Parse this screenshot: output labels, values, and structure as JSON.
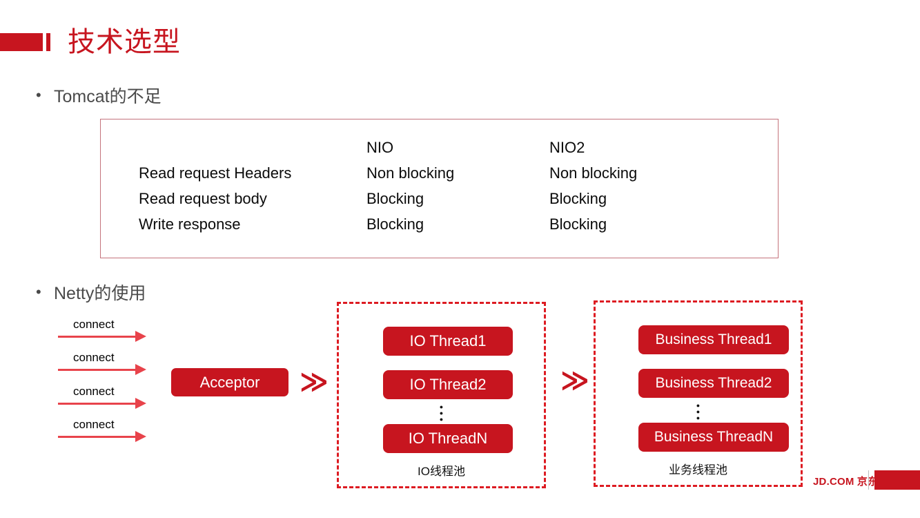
{
  "slide": {
    "title": "技术选型",
    "accent_color": "#C7151F",
    "table_border_color": "#C4727B",
    "arrow_color": "#E8434B"
  },
  "bullets": {
    "marker": "•",
    "first": "Tomcat的不足",
    "second": "Netty的使用"
  },
  "table": {
    "columns": [
      "",
      "NIO",
      "NIO2"
    ],
    "rows": [
      {
        "label": "",
        "nio": "NIO",
        "nio2": "NIO2"
      },
      {
        "label": "Read request Headers",
        "nio": "Non blocking",
        "nio2": "Non blocking"
      },
      {
        "label": "Read request body",
        "nio": "Blocking",
        "nio2": "Blocking"
      },
      {
        "label": "Write response",
        "nio": "Blocking",
        "nio2": "Blocking"
      }
    ]
  },
  "diagram": {
    "connections": [
      {
        "label": "connect"
      },
      {
        "label": "connect"
      },
      {
        "label": "connect"
      },
      {
        "label": "connect"
      }
    ],
    "acceptor": "Acceptor",
    "chevron1": "≫",
    "chevron2": "≫",
    "io_pool": {
      "threads": [
        "IO Thread1",
        "IO Thread2",
        "IO ThreadN"
      ],
      "ellipsis": "⋮",
      "label": "IO线程池"
    },
    "business_pool": {
      "threads": [
        "Business Thread1",
        "Business Thread2",
        "Business ThreadN"
      ],
      "ellipsis": "⋮",
      "label": "业务线程池"
    }
  },
  "footer": {
    "brand": "JD.COM 京东"
  }
}
